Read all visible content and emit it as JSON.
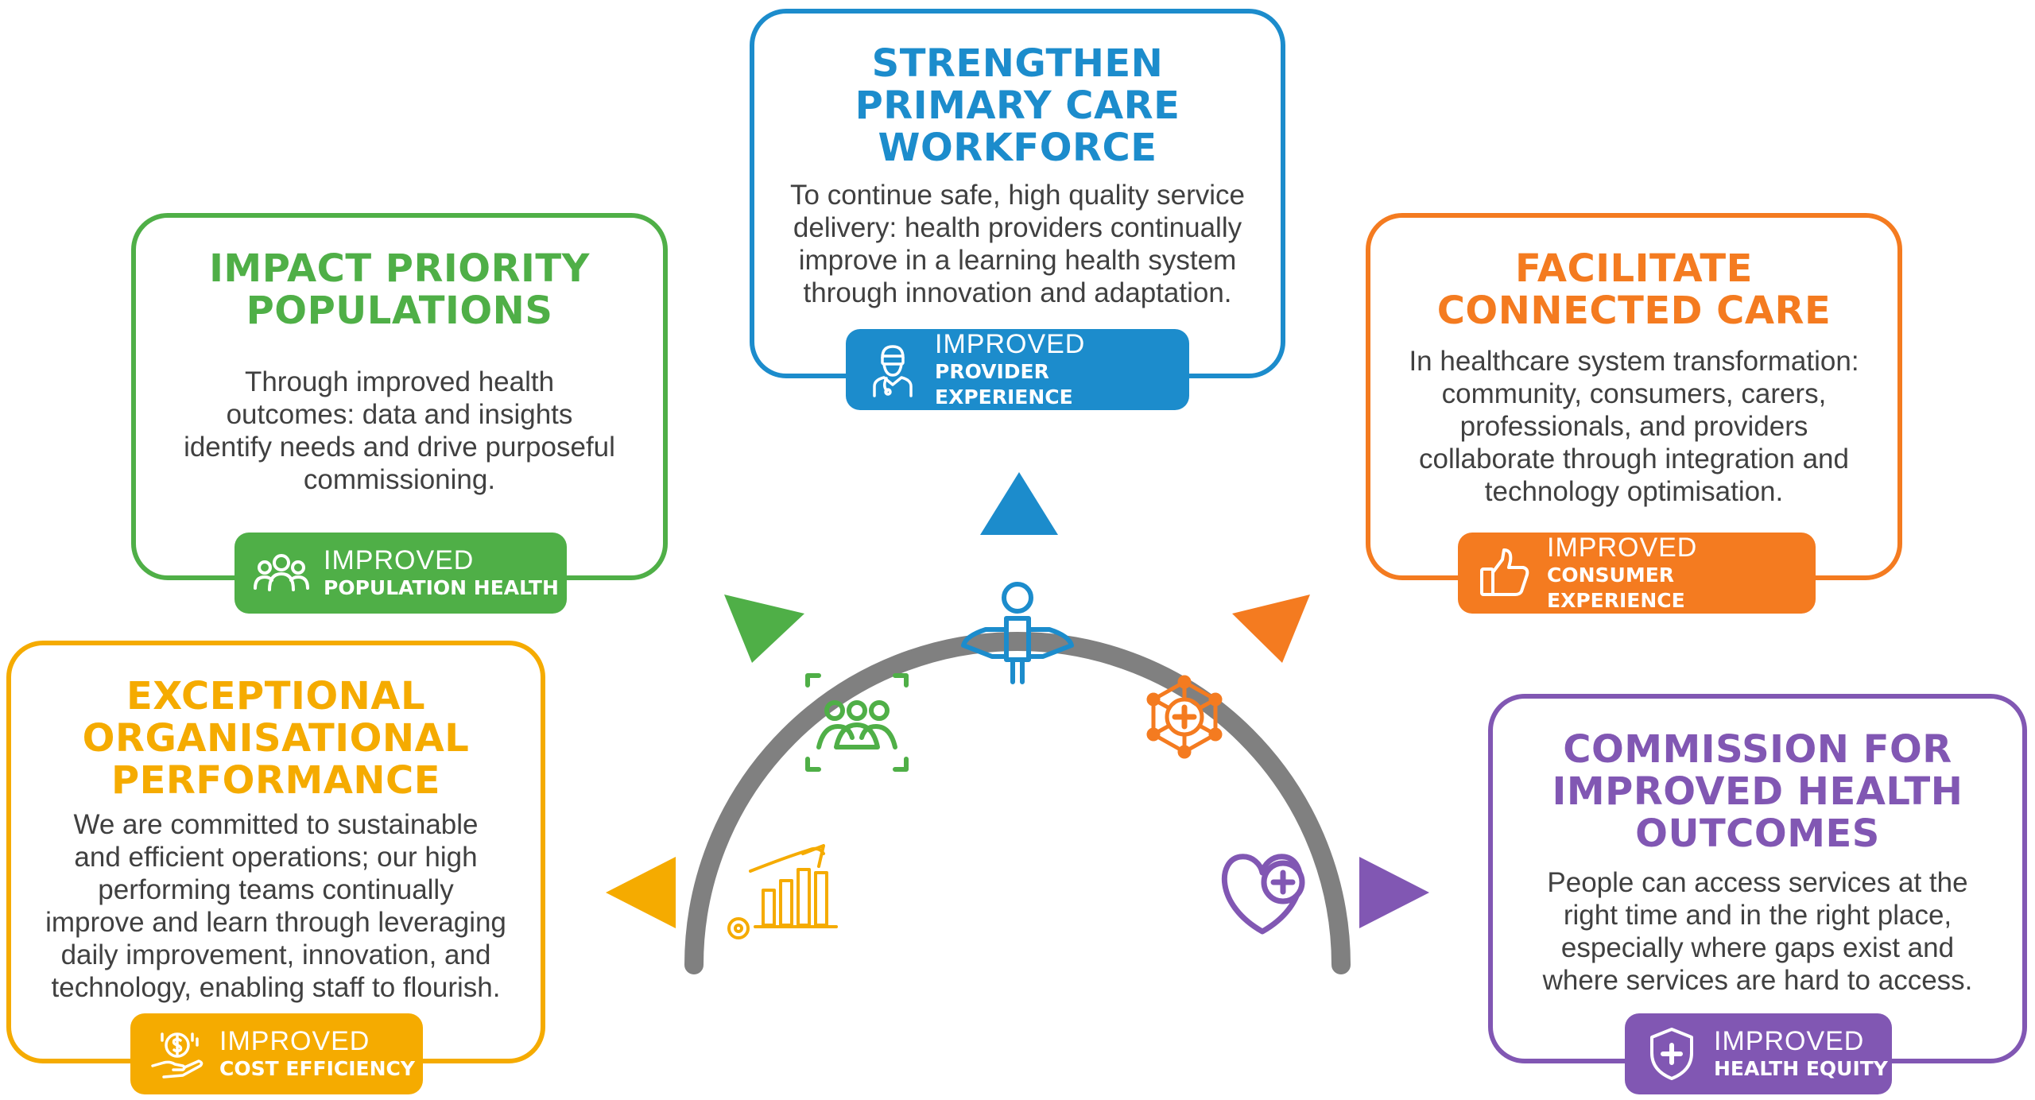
{
  "cards": {
    "workforce": {
      "title": "STRENGTHEN\nPRIMARY CARE\nWORKFORCE",
      "body": "To continue safe, high quality service\ndelivery: health providers continually\nimprove in a learning health system\nthrough innovation and adaptation.",
      "badge_line1": "IMPROVED",
      "badge_line2": "PROVIDER EXPERIENCE",
      "badge_icon": "doctor-icon",
      "color": "#1c8ccc"
    },
    "populations": {
      "title": "IMPACT PRIORITY\nPOPULATIONS",
      "body": "Through improved health\noutcomes: data and insights\nidentify needs and drive purposeful\ncommissioning.",
      "badge_line1": "IMPROVED",
      "badge_line2": "POPULATION HEALTH",
      "badge_icon": "people-group-icon",
      "color": "#4faf47"
    },
    "connected": {
      "title": "FACILITATE\nCONNECTED CARE",
      "body": "In healthcare system transformation:\ncommunity, consumers, carers,\nprofessionals, and providers\ncollaborate through integration and\ntechnology optimisation.",
      "badge_line1": "IMPROVED",
      "badge_line2": "CONSUMER EXPERIENCE",
      "badge_icon": "thumbs-up-icon",
      "color": "#f47b20"
    },
    "organisational": {
      "title": "EXCEPTIONAL\nORGANISATIONAL\nPERFORMANCE",
      "body": "We are committed to sustainable\nand efficient operations; our high\nperforming teams continually\nimprove and learn through leveraging\ndaily improvement, innovation, and\ntechnology, enabling staff to flourish.",
      "badge_line1": "IMPROVED",
      "badge_line2": "COST EFFICIENCY",
      "badge_icon": "money-hand-icon",
      "color": "#f5ab00"
    },
    "commission": {
      "title": "COMMISSION FOR\nIMPROVED HEALTH\nOUTCOMES",
      "body": "People can access services at the\nright time and in the right place,\nespecially where gaps exist and\nwhere services are hard to access.",
      "badge_line1": "IMPROVED",
      "badge_line2": "HEALTH EQUITY",
      "badge_icon": "shield-plus-icon",
      "color": "#8157b3"
    }
  },
  "arc": {
    "color": "#808080",
    "icons": [
      "growth-chart-icon",
      "community-group-icon",
      "person-hands-icon",
      "network-medical-icon",
      "heart-plus-icon"
    ]
  }
}
